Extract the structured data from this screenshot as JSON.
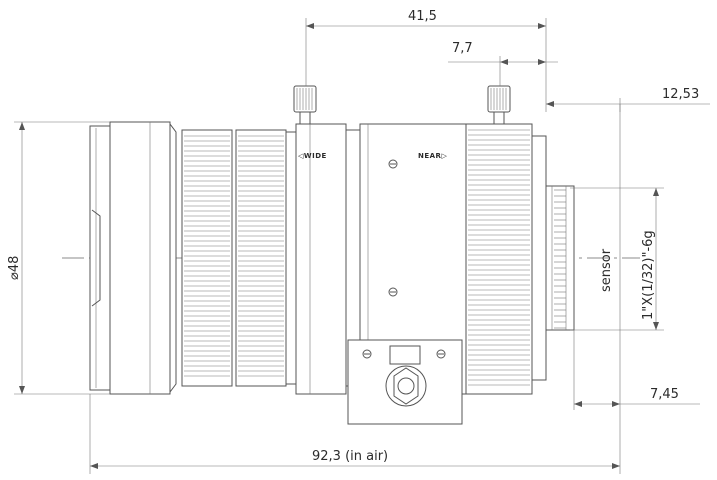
{
  "dimensions": {
    "overall_length": "92,3 (in air)",
    "top_length": "41,5",
    "top_short": "7,7",
    "flange": "12,53",
    "diameter": "⌀48",
    "thread": "1\"X(1/32)\"-6g",
    "back": "7,45",
    "sensor": "sensor"
  },
  "ring_labels": {
    "wide": "◁WIDE",
    "near": "NEAR▷"
  },
  "colors": {
    "line": "#555555",
    "text": "#2b2b2b",
    "background": "#ffffff"
  }
}
